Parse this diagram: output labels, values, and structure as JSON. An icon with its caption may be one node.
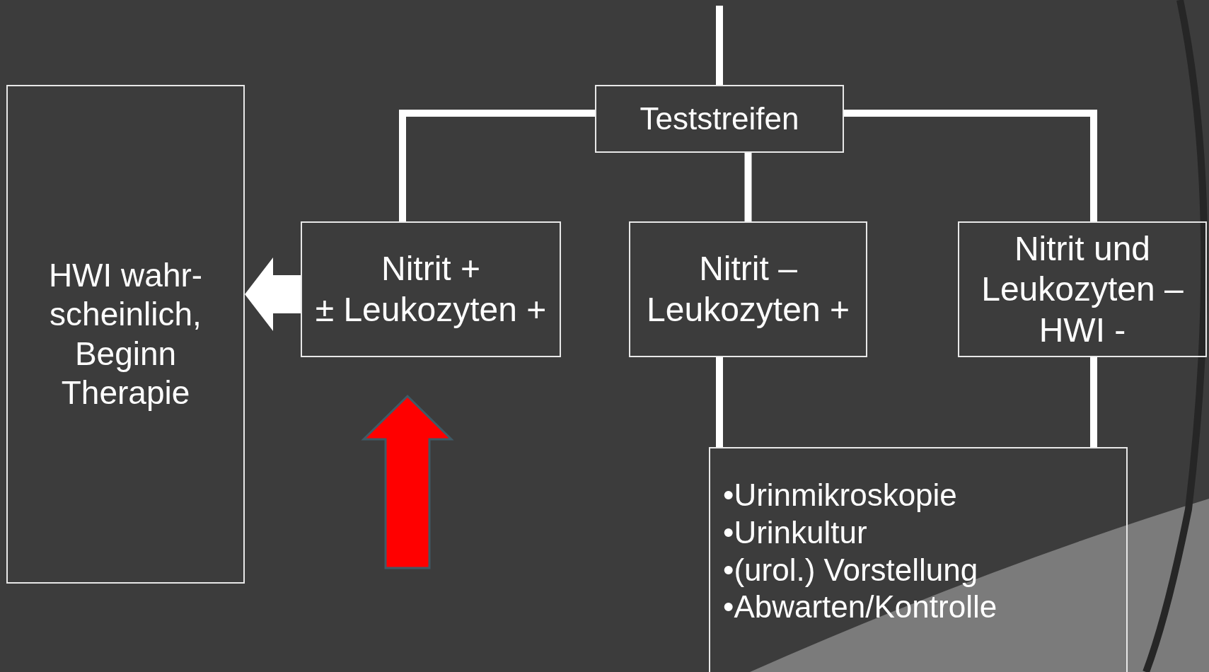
{
  "diagram": {
    "nodes": [
      {
        "text": [
          "Teststreifen"
        ]
      },
      {
        "text": [
          "HWI wahr- scheinlich, Beginn Therapie"
        ]
      },
      {
        "text": [
          "Nitrit +",
          "± Leukozyten +"
        ]
      },
      {
        "text": [
          "Nitrit –",
          "Leukozyten +"
        ]
      },
      {
        "text": [
          "Nitrit und Leukozyten – HWI -"
        ]
      },
      {
        "text": [
          "•Urinmikroskopie",
          "•Urinkultur",
          "•(urol.) Vorstellung",
          "•Abwarten/Kontrolle"
        ]
      }
    ],
    "edges": [
      {
        "from": null,
        "to": 0,
        "arrow": "none"
      },
      {
        "from": 0,
        "to": 2,
        "arrow": "none"
      },
      {
        "from": 0,
        "to": 3,
        "arrow": "none"
      },
      {
        "from": 0,
        "to": 4,
        "arrow": "none"
      },
      {
        "from": 3,
        "to": 5,
        "arrow": "none"
      },
      {
        "from": 4,
        "to": 5,
        "arrow": "none"
      },
      {
        "from": 2,
        "to": 1,
        "arrow": "to",
        "style": "thick"
      }
    ]
  }
}
